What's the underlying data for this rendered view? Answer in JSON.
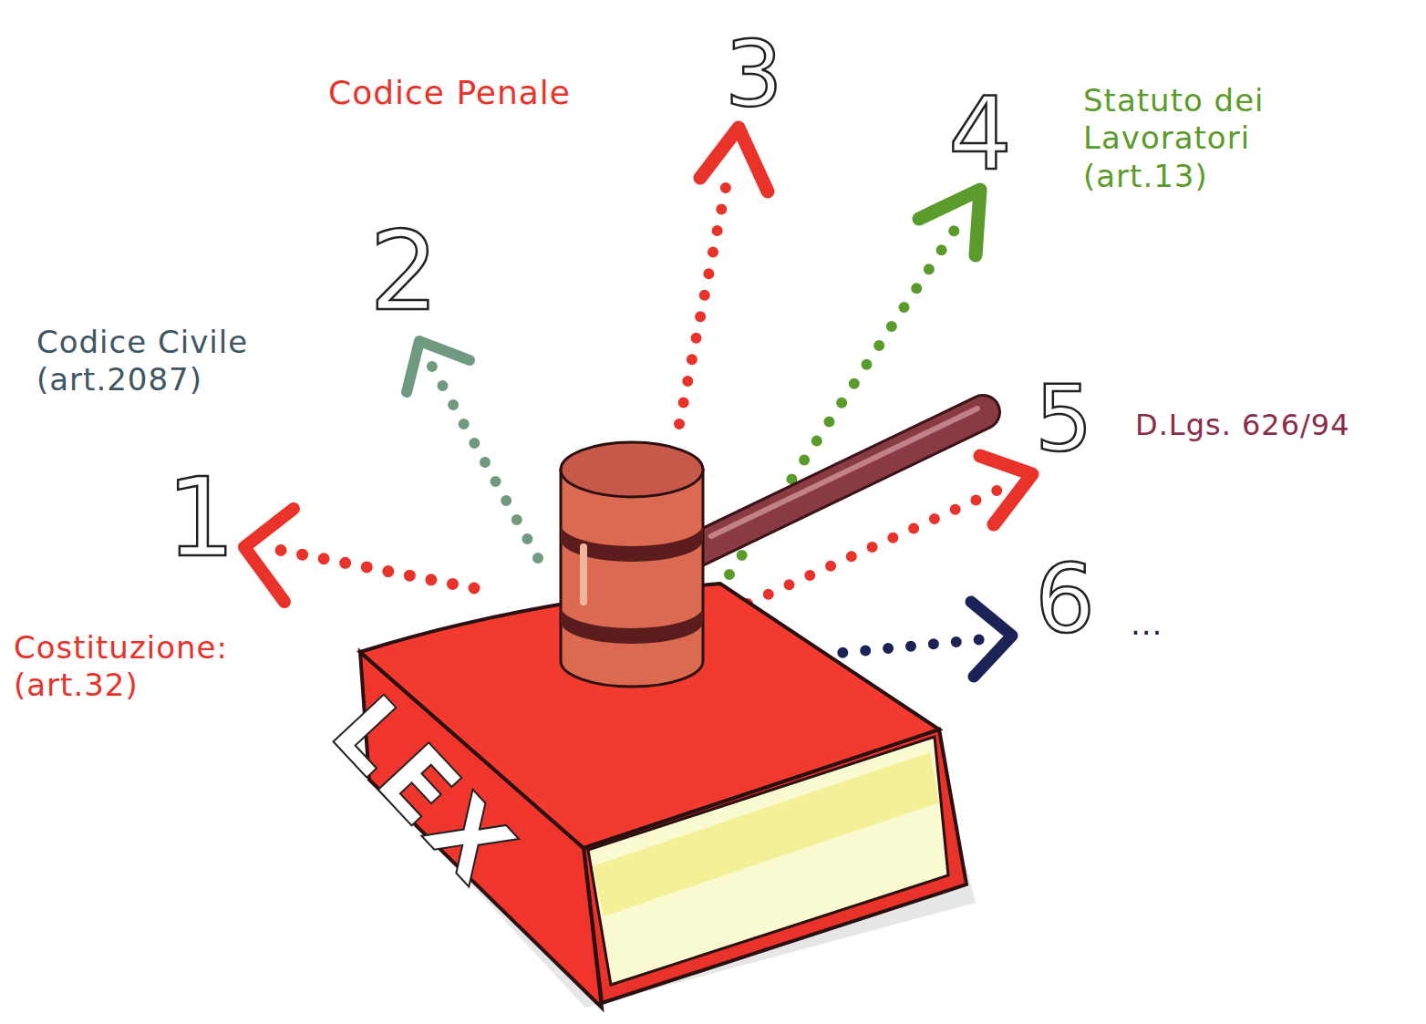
{
  "diagram": {
    "nodes": [
      {
        "text": [
          "LEX"
        ]
      }
    ],
    "labels": [
      "1",
      "Costituzione: (art.32)",
      "2",
      "Codice Civile (art.2087)",
      "3",
      "Codice Penale",
      "4",
      "Statuto dei Lavoratori (art.13)",
      "5",
      "D.Lgs. 626/94",
      "6",
      "..."
    ]
  }
}
